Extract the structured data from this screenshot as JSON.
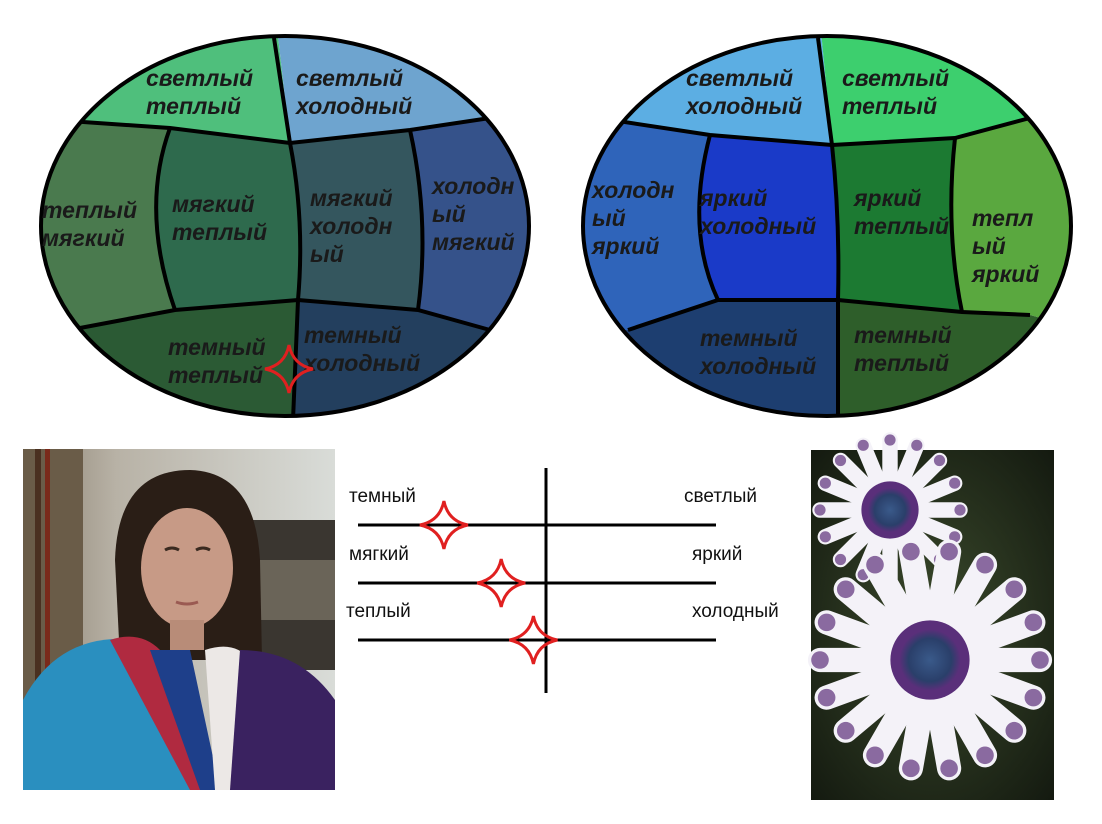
{
  "left_oval": {
    "segments": [
      {
        "name": "light-warm",
        "lines": [
          "светлый",
          "теплый"
        ],
        "color": "#4fbf7c"
      },
      {
        "name": "light-cool",
        "lines": [
          "светлый",
          "холодный"
        ],
        "color": "#6ea4cf"
      },
      {
        "name": "warm-soft",
        "lines": [
          "теплый",
          "мягкий"
        ],
        "color": "#4a7a4e"
      },
      {
        "name": "soft-warm",
        "lines": [
          "мягкий",
          "теплый"
        ],
        "color": "#2e6a4d"
      },
      {
        "name": "soft-cool",
        "lines": [
          "мягкий",
          "холодн",
          "ый"
        ],
        "color": "#34565e"
      },
      {
        "name": "cool-soft",
        "lines": [
          "холодн",
          "ый",
          "мягкий"
        ],
        "color": "#35528a"
      },
      {
        "name": "dark-warm",
        "lines": [
          "темный",
          "теплый"
        ],
        "color": "#2b5a34"
      },
      {
        "name": "dark-cool",
        "lines": [
          "темный",
          "холодный"
        ],
        "color": "#233f5e"
      }
    ]
  },
  "right_oval": {
    "segments": [
      {
        "name": "light-cool",
        "lines": [
          "светлый",
          "холодный"
        ],
        "color": "#5caee3"
      },
      {
        "name": "light-warm",
        "lines": [
          "светлый",
          "теплый"
        ],
        "color": "#3dcf6e"
      },
      {
        "name": "cool-bright",
        "lines": [
          "холодн",
          "ый",
          "яркий"
        ],
        "color": "#2f64ba"
      },
      {
        "name": "bright-cool",
        "lines": [
          "яркий",
          "холодный"
        ],
        "color": "#1a3ac8"
      },
      {
        "name": "bright-warm",
        "lines": [
          "яркий",
          "теплый"
        ],
        "color": "#1c7a32"
      },
      {
        "name": "warm-bright",
        "lines": [
          "тепл",
          "ый",
          "яркий"
        ],
        "color": "#5aa83f"
      },
      {
        "name": "dark-cool",
        "lines": [
          "темный",
          "холодный"
        ],
        "color": "#1d3e70"
      },
      {
        "name": "dark-warm",
        "lines": [
          "темный",
          "теплый"
        ],
        "color": "#2e5e2a"
      }
    ]
  },
  "scales": [
    {
      "left": "темный",
      "right": "светлый",
      "marker_position": 0.24
    },
    {
      "left": "мягкий",
      "right": "яркий",
      "marker_position": 0.4
    },
    {
      "left": "теплый",
      "right": "холодный",
      "marker_position": 0.49
    }
  ],
  "colors": {
    "marker": "#e02020",
    "outline": "#000000"
  }
}
